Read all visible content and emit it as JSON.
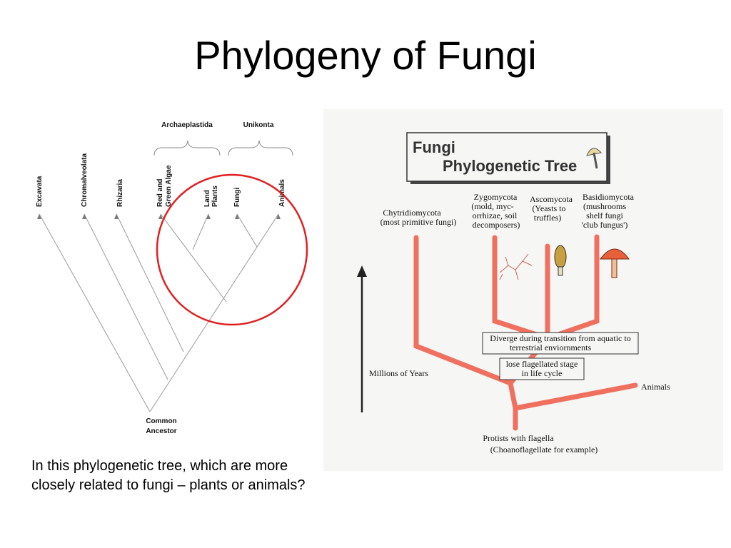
{
  "slide": {
    "title": "Phylogeny of Fungi",
    "question": "In this phylogenetic tree, which are more closely related to fungi – plants or animals?"
  },
  "cladogram": {
    "groups": [
      "Archaeplastida",
      "Unikonta"
    ],
    "taxa": {
      "excavata": "Excavata",
      "chromalveolata": "Chromalveolata",
      "rhizaria": "Rhizaria",
      "red_green_algae": [
        "Red and",
        "Green Algae"
      ],
      "land_plants": [
        "Land",
        "Plants"
      ],
      "fungi": "Fungi",
      "animals": "Animals"
    },
    "root": [
      "Common",
      "Ancestor"
    ],
    "highlight_color": "#e02020"
  },
  "fungi_tree": {
    "title": [
      "Fungi",
      "Phylogenetic Tree"
    ],
    "icons": [
      "mushroom-icon",
      "morel-icon",
      "mycelium-icon"
    ],
    "branch_color": "#f07060",
    "groups": {
      "chytridiomycota": [
        "Chytridiomycota",
        "(most primitive fungi)"
      ],
      "zygomycota": [
        "Zygomycota",
        "(mold, myc-",
        "orrhizae, soil",
        "decomposers)"
      ],
      "ascomycota": [
        "Ascomycota",
        "(Yeasts to",
        "truffles)"
      ],
      "basidiomycota": [
        "Basidiomycota",
        "(mushrooms",
        "shelf fungi",
        "'club fungus')"
      ]
    },
    "diverge_note": [
      "Diverge during transition from aquatic to",
      "terrestrial enviornments"
    ],
    "flagella_note": [
      "lose flagellated stage",
      "in life cycle"
    ],
    "axis_label": "Millions of Years",
    "animals": "Animals",
    "protists": [
      "Protists with flagella",
      "(Choanoflagellate for example)"
    ]
  }
}
